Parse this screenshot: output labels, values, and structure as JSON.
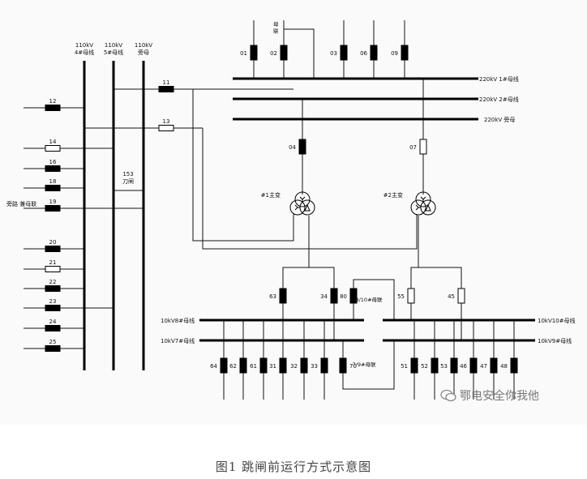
{
  "labels": {
    "hv_bus4": "110kV\n4#母线",
    "hv_bus5": "110kV\n5#母线",
    "hv_bypass": "110kV\n旁母",
    "bus_220_1": "220kV 1#母线",
    "bus_220_2": "220kV 2#母线",
    "bus_220_bypass": "220kV 旁母",
    "bus_tie_220": "母\n联",
    "xfmr1": "#1主变",
    "xfmr2": "#2主变",
    "disconnector_153": "153\n刀闸",
    "bypass_tie_19": "旁路 兼母联",
    "bus_10_8": "10kV8#母线",
    "bus_10_7": "10kV7#母线",
    "bus_10_10": "10kV10#母线",
    "bus_10_9": "10kV9#母线",
    "tie_80": "8/10#母联",
    "tie_70": "7/9#母联"
  },
  "breakers_220": [
    "01",
    "02",
    "03",
    "06",
    "09"
  ],
  "breakers_110_feeders": [
    "12",
    "14",
    "16",
    "18",
    "19",
    "20",
    "21",
    "22",
    "23",
    "24",
    "25"
  ],
  "breakers_110_xfmr": [
    "11",
    "13"
  ],
  "breakers_220_xfmr": [
    "04",
    "07"
  ],
  "breakers_10_incoming": [
    "63",
    "34",
    "80",
    "55",
    "45"
  ],
  "breakers_10_left_feeders": [
    "64",
    "62",
    "61",
    "31",
    "32",
    "33",
    "70"
  ],
  "breakers_10_right_feeders": [
    "51",
    "52",
    "53",
    "46",
    "47",
    "48"
  ],
  "watermark": "鄂电安全你我他",
  "caption": "图1  跳闸前运行方式示意图"
}
